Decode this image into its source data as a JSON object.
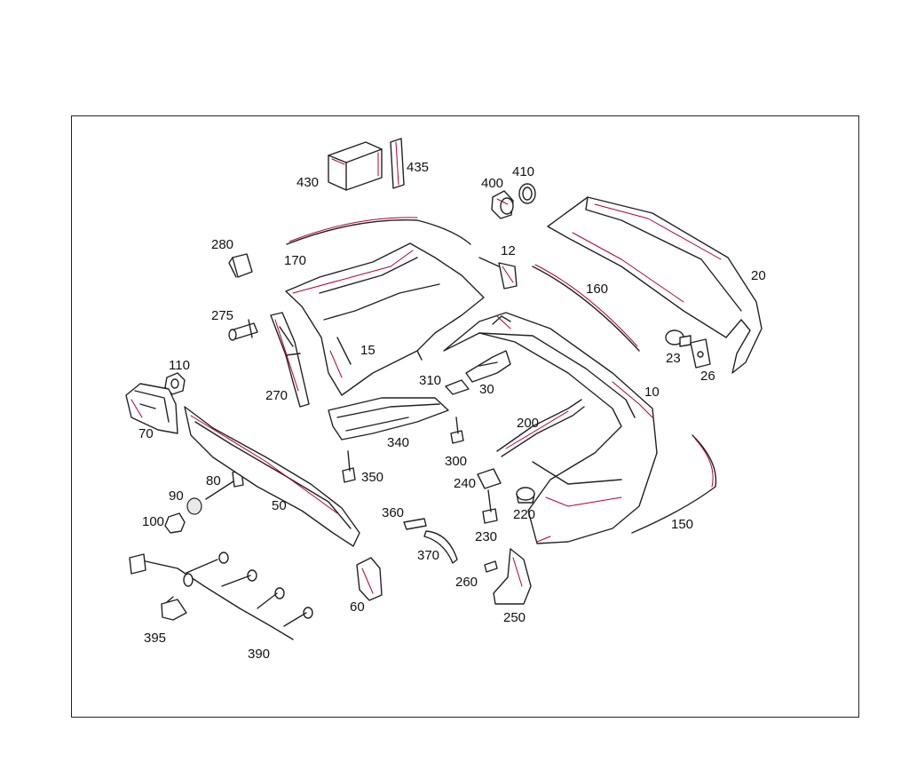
{
  "diagram": {
    "part_labels": [
      "430",
      "435",
      "400",
      "410",
      "12",
      "280",
      "170",
      "160",
      "20",
      "275",
      "15",
      "23",
      "26",
      "110",
      "310",
      "30",
      "10",
      "270",
      "70",
      "340",
      "200",
      "300",
      "350",
      "240",
      "80",
      "50",
      "90",
      "220",
      "100",
      "360",
      "230",
      "150",
      "370",
      "260",
      "60",
      "250",
      "395",
      "390"
    ]
  }
}
